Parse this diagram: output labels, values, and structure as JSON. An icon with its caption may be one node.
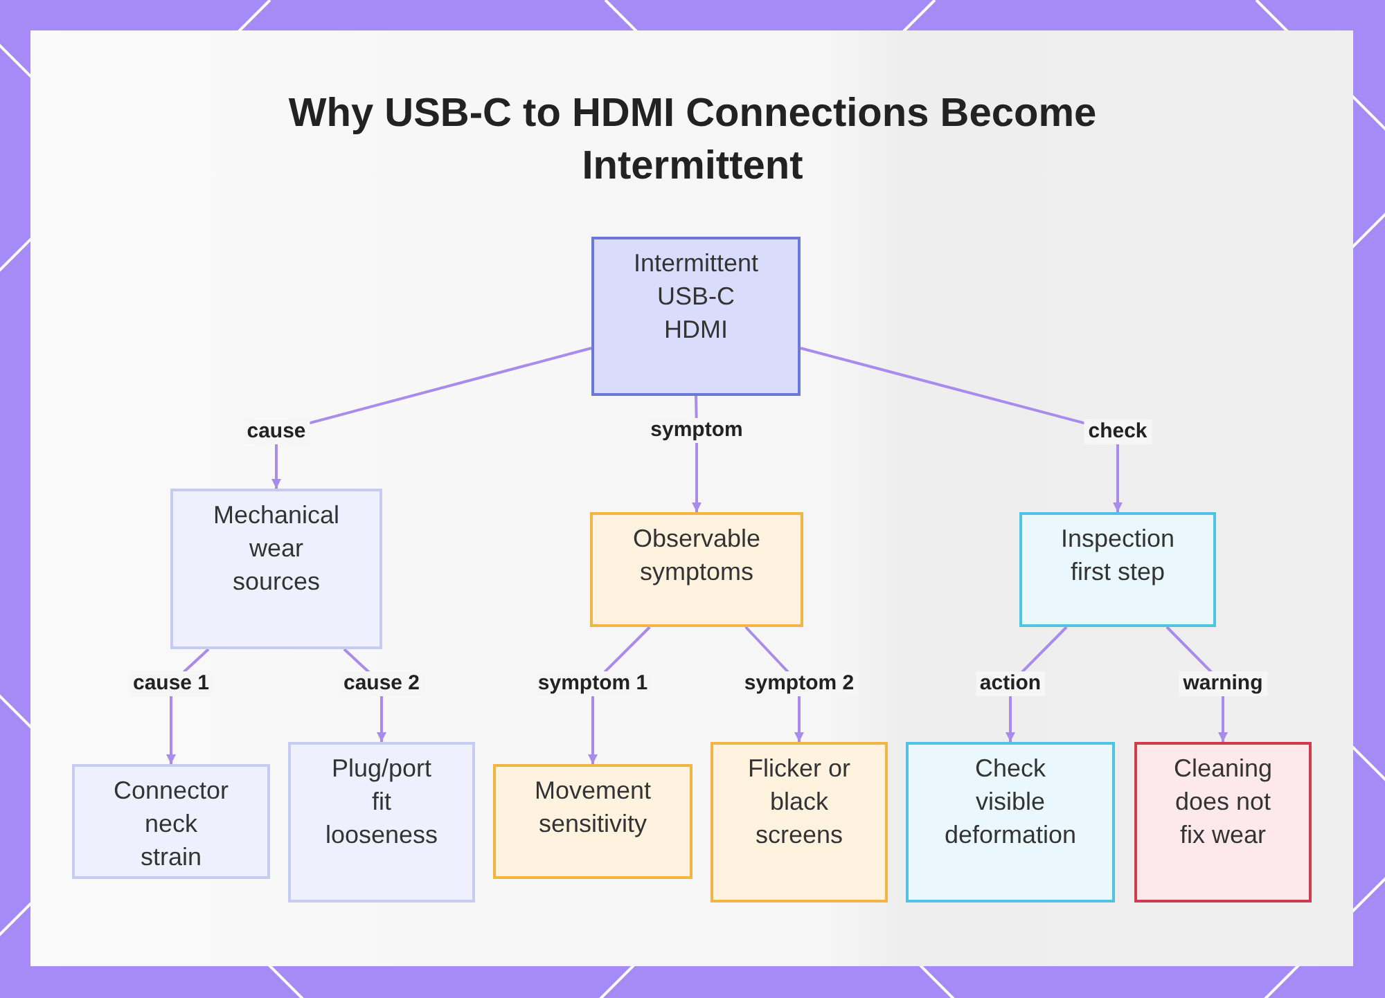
{
  "diagram": {
    "title": "Why USB-C to HDMI Connections Become Intermittent",
    "nodes": [
      {
        "text": [
          "Intermittent USB-C HDMI"
        ]
      },
      {
        "text": [
          "Mechanical wear sources"
        ]
      },
      {
        "text": [
          "Observable symptoms"
        ]
      },
      {
        "text": [
          "Inspection first step"
        ]
      },
      {
        "text": [
          "Connector neck strain"
        ]
      },
      {
        "text": [
          "Plug/port fit looseness"
        ]
      },
      {
        "text": [
          "Movement sensitivity"
        ]
      },
      {
        "text": [
          "Flicker or black screens"
        ]
      },
      {
        "text": [
          "Check visible deformation"
        ]
      },
      {
        "text": [
          "Cleaning does not fix wear"
        ]
      }
    ],
    "edges": [
      {
        "from": 0,
        "to": 1,
        "arrow": "to",
        "label": "cause"
      },
      {
        "from": 0,
        "to": 2,
        "arrow": "to",
        "label": "symptom"
      },
      {
        "from": 0,
        "to": 3,
        "arrow": "to",
        "label": "check"
      },
      {
        "from": 1,
        "to": 4,
        "arrow": "to",
        "label": "cause 1"
      },
      {
        "from": 1,
        "to": 5,
        "arrow": "to",
        "label": "cause 2"
      },
      {
        "from": 2,
        "to": 6,
        "arrow": "to",
        "label": "symptom 1"
      },
      {
        "from": 2,
        "to": 7,
        "arrow": "to",
        "label": "symptom 2"
      },
      {
        "from": 3,
        "to": 8,
        "arrow": "to",
        "label": "action"
      },
      {
        "from": 3,
        "to": 9,
        "arrow": "to",
        "label": "warning"
      }
    ]
  }
}
